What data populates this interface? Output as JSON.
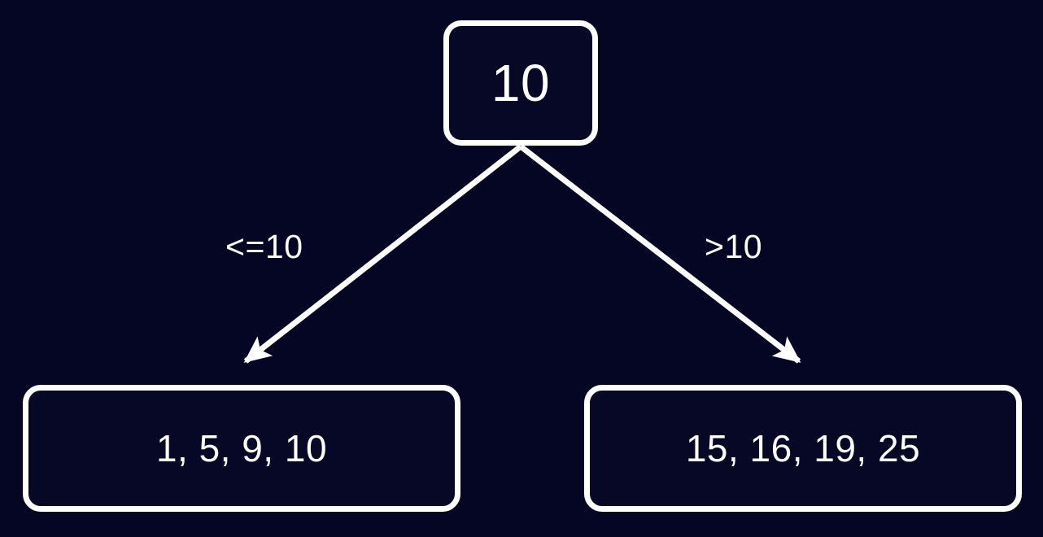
{
  "diagram": {
    "type": "binary-decision-tree",
    "background_color": "#050524",
    "stroke_color": "#ffffff",
    "node_fill_color": "#070726",
    "nodes": [
      {
        "id": "root",
        "label": "10",
        "role": "split-node"
      },
      {
        "id": "left-leaf",
        "label": "1, 5, 9, 10",
        "role": "leaf-node"
      },
      {
        "id": "right-leaf",
        "label": "15, 16, 19, 25",
        "role": "leaf-node"
      }
    ],
    "edges": [
      {
        "id": "edge-left",
        "from": "root",
        "to": "left-leaf",
        "label": "<=10"
      },
      {
        "id": "edge-right",
        "from": "root",
        "to": "right-leaf",
        "label": ">10"
      }
    ]
  }
}
